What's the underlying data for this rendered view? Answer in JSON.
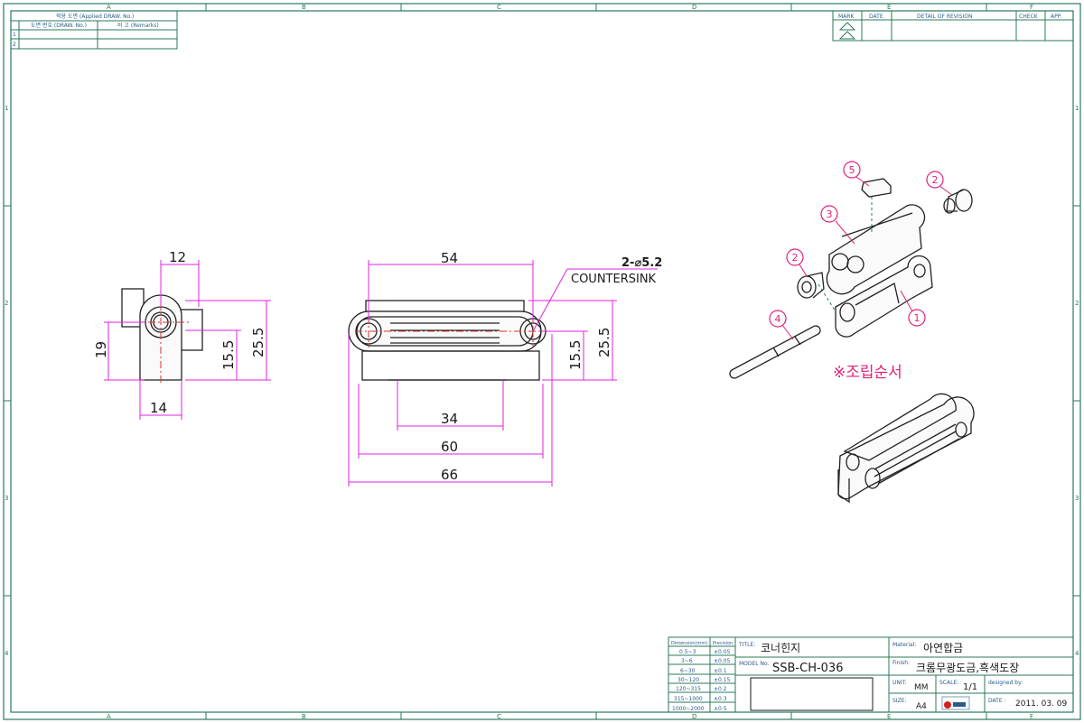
{
  "zones": {
    "columns": [
      "A",
      "B",
      "C",
      "D",
      "E",
      "F"
    ],
    "rows": [
      "1",
      "2",
      "3",
      "4"
    ]
  },
  "applied_table": {
    "title": "적용 도면 (Applied DRAW. No.)",
    "col_drawno": "도면 번호 (DRAW. No.)",
    "col_remarks": "비 고 (Remarks)",
    "rows": [
      "1",
      "2"
    ]
  },
  "revision_table": {
    "headers": [
      "MARK",
      "DATE",
      "DETAIL OF REVISION",
      "CHECK",
      "APP."
    ]
  },
  "dimensions": {
    "side": [
      "12",
      "19",
      "15.5",
      "25.5",
      "14"
    ],
    "front": [
      "54",
      "15.5",
      "25.5",
      "34",
      "60",
      "66"
    ],
    "hole_note": "2-⌀5.2",
    "hole_note2": "COUNTERSINK"
  },
  "assembly": {
    "balloons": [
      "1",
      "2",
      "2",
      "3",
      "4",
      "5"
    ],
    "caption": "※조립순서"
  },
  "tolerance_table": {
    "headers": [
      "Dimension(mm)",
      "Precision"
    ],
    "rows": [
      [
        "0.5~3",
        "±0.05"
      ],
      [
        "3~6",
        "±0.05"
      ],
      [
        "6~30",
        "±0.1"
      ],
      [
        "30~120",
        "±0.15"
      ],
      [
        "120~315",
        "±0.2"
      ],
      [
        "315~1000",
        "±0.3"
      ],
      [
        "1000~2000",
        "±0.5"
      ]
    ]
  },
  "title_block": {
    "title_label": "TITLE:",
    "title": "코너힌지",
    "model_label": "MODEL No.",
    "model": "SSB-CH-036",
    "material_label": "Material:",
    "material": "아연합금",
    "finish_label": "Finish:",
    "finish": "크롬무광도금,흑색도장",
    "unit_label": "UNIT:",
    "unit": "MM",
    "scale_label": "SCALE:",
    "scale": "1/1",
    "designed_label": "designed by:",
    "size_label": "SIZE:",
    "size": "A4",
    "date_label": "DATE :",
    "date": "2011. 03. 09"
  }
}
